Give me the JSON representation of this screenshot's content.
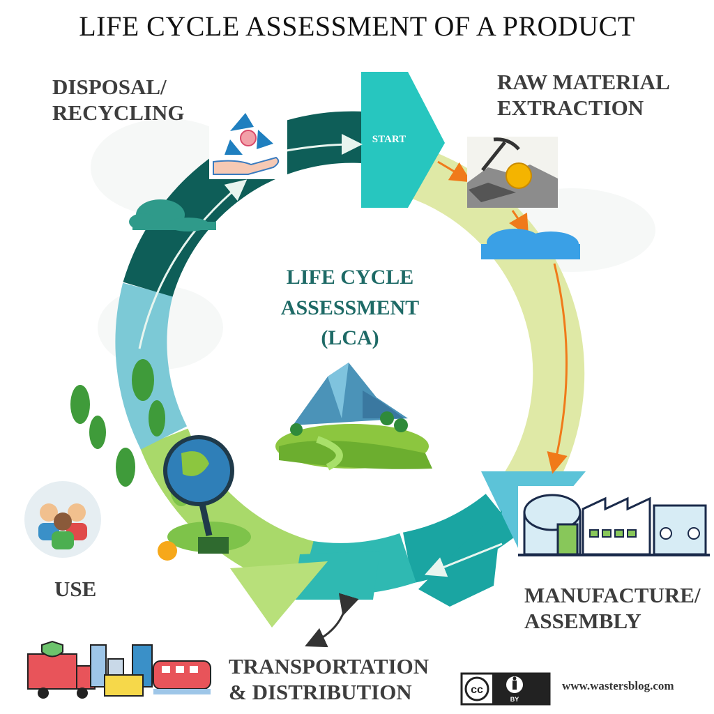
{
  "title": "LIFE CYCLE ASSESSMENT OF A PRODUCT",
  "center": {
    "line1": "LIFE CYCLE",
    "line2": "ASSESSMENT",
    "line3": "(LCA)"
  },
  "start_label": "START",
  "stages": {
    "disposal": {
      "line1": "DISPOSAL/",
      "line2": "RECYCLING"
    },
    "raw": {
      "line1": "RAW MATERIAL",
      "line2": "EXTRACTION"
    },
    "manufacture": {
      "line1": "MANUFACTURE/",
      "line2": "ASSEMBLY"
    },
    "transport": {
      "line1": "TRANSPORTATION",
      "line2": "& DISTRIBUTION"
    },
    "use": {
      "line1": "USE"
    }
  },
  "license": {
    "cc": "cc",
    "by": "BY"
  },
  "footer_url": "www.wastersblog.com",
  "colors": {
    "dark_teal": "#0e5e58",
    "teal": "#19a7a3",
    "turquoise": "#27c6bf",
    "light_blue": "#7cc9d6",
    "pale_green": "#dfe9a6",
    "orange_arrow": "#f07a1a"
  },
  "icons": [
    "recycle-icon",
    "mining-icon",
    "factory-icon",
    "people-icon",
    "globe-magnifier-icon",
    "mountain-landscape-icon",
    "truck-icon",
    "train-icon",
    "cc-by-license-icon"
  ]
}
